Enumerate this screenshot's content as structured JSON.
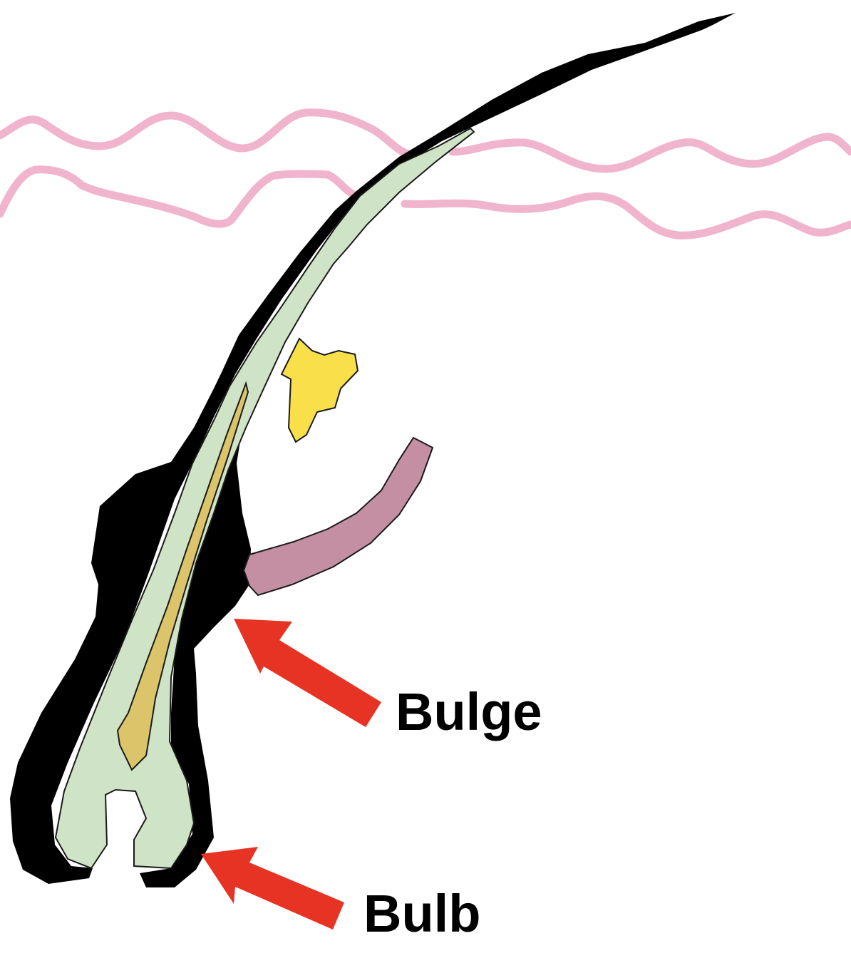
{
  "labels": {
    "bulge": "Bulge",
    "bulb": "Bulb"
  },
  "colors": {
    "background": "#ffffff",
    "skin_lines": "#f0b4cc",
    "outer_sheath": "#000000",
    "hair_shaft": "#cfe3c6",
    "medulla": "#dcc46a",
    "sebaceous_gland": "#f9e04b",
    "arrector_muscle": "#c48fa2",
    "arrows": "#e63323"
  },
  "parts": [
    "skin-surface",
    "hair-follicle",
    "hair-shaft",
    "sebaceous-gland",
    "arrector-pili-muscle",
    "bulge",
    "bulb"
  ]
}
